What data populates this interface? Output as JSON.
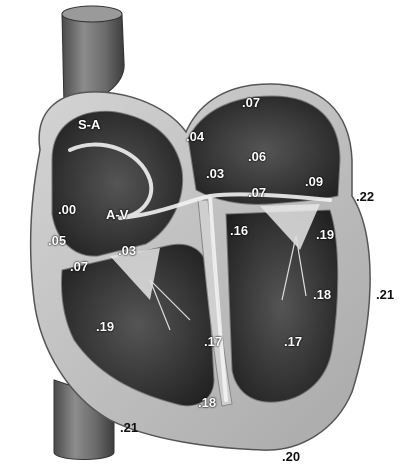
{
  "colors": {
    "background": "#ffffff",
    "vessel": "#6e6e6e",
    "heart_wall": "#c8c8c8",
    "chamber": "#2e2e2e",
    "outline": "#8a8a8a"
  },
  "labels": {
    "sa": "S-A",
    "av": "A-V",
    "ra_top": ".04",
    "la_top": ".07",
    "la_mid": ".06",
    "ra_lower": ".03",
    "sa_below": ".00",
    "septum_top": ".07",
    "la_right": ".09",
    "outer_right_top": ".22",
    "left_05": ".05",
    "av_03": ".03",
    "septum_16": ".16",
    "lv_19": ".19",
    "left_07": ".07",
    "outer_right_21": ".21",
    "lv_18": ".18",
    "rv_19": ".19",
    "rv_17": ".17",
    "lv_17": ".17",
    "bottom_18": ".18",
    "bottom_left_21": ".21",
    "bottom_20": ".20"
  }
}
